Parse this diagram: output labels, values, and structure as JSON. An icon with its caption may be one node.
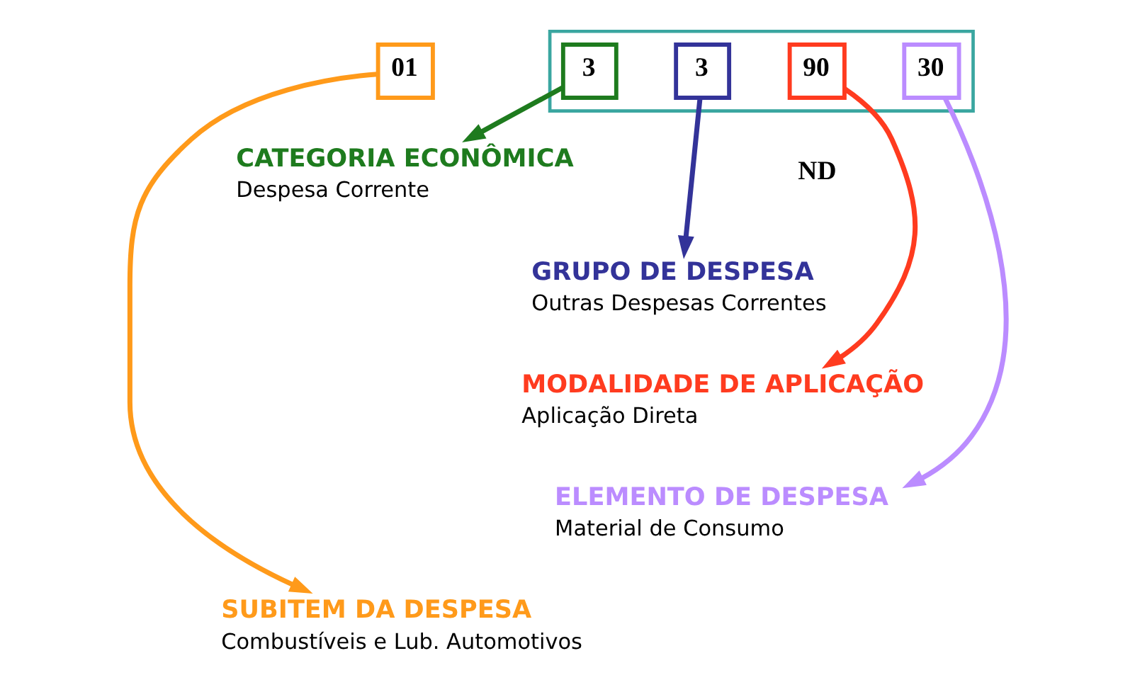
{
  "diagram": {
    "nodes": [
      {
        "text": [],
        "shape": "box"
      },
      {
        "text": [
          "3"
        ],
        "in": 0
      },
      {
        "text": [
          "3"
        ],
        "in": 0
      },
      {
        "text": [
          "90"
        ],
        "in": 0
      },
      {
        "text": [
          "30"
        ],
        "in": 0
      },
      {
        "text": [
          "01"
        ]
      },
      {
        "text": [
          "CATEGORIA ECONÔMICA",
          "Despesa Corrente"
        ]
      },
      {
        "text": [
          "GRUPO DE DESPESA",
          "Outras Despesas Correntes"
        ]
      },
      {
        "text": [
          "MODALIDADE DE APLICAÇÃO",
          "Aplicação Direta"
        ]
      },
      {
        "text": [
          "ELEMENTO DE DESPESA",
          "Material de Consumo"
        ]
      },
      {
        "text": [
          "SUBITEM DA DESPESA",
          "Combustíveis e Lub. Automotivos"
        ]
      }
    ],
    "edges": [
      {
        "from": 1,
        "to": 6,
        "arrow": "to",
        "color": "#1e7b1e"
      },
      {
        "from": 2,
        "to": 7,
        "arrow": "to",
        "color": "#333399"
      },
      {
        "from": 3,
        "to": 8,
        "arrow": "to",
        "color": "#ff3b1f"
      },
      {
        "from": 4,
        "to": 9,
        "arrow": "to",
        "color": "#bb8cff"
      },
      {
        "from": 5,
        "to": 10,
        "arrow": "to",
        "color": "#ff9a1a"
      }
    ],
    "labels": [
      "ND"
    ]
  }
}
